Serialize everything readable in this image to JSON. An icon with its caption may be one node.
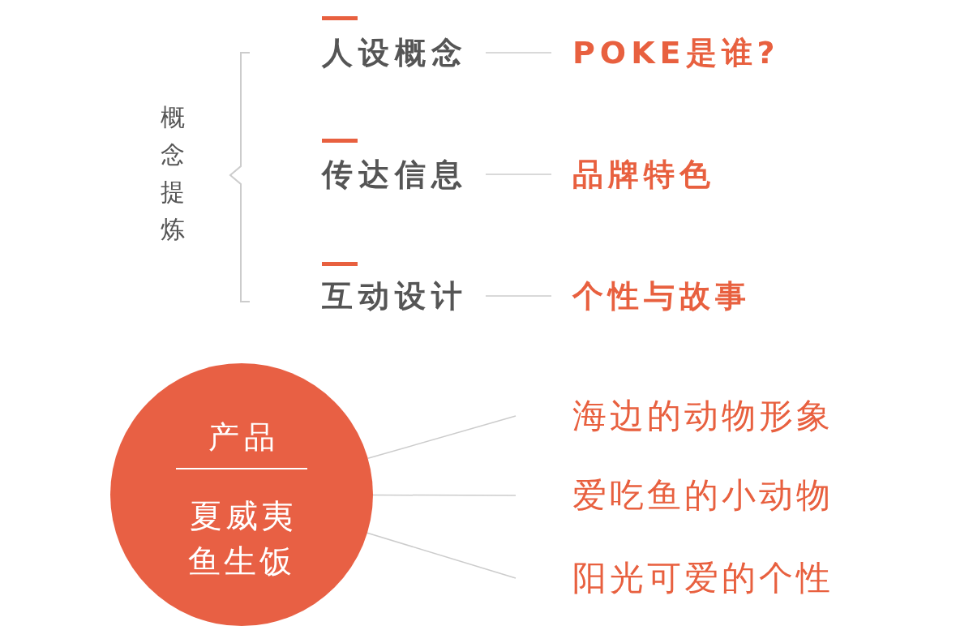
{
  "diagram": {
    "nodes": [
      {
        "text": [
          "概念提炼"
        ]
      },
      {
        "text": [
          "人设概念"
        ]
      },
      {
        "text": [
          "POKE是谁?"
        ]
      },
      {
        "text": [
          "传达信息"
        ]
      },
      {
        "text": [
          "品牌特色"
        ]
      },
      {
        "text": [
          "互动设计"
        ]
      },
      {
        "text": [
          "个性与故事"
        ]
      },
      {
        "text": [
          "产品",
          "夏威夷鱼生饭"
        ]
      },
      {
        "text": [
          "海边的动物形象"
        ]
      },
      {
        "text": [
          "爱吃鱼的小动物"
        ]
      },
      {
        "text": [
          "阳光可爱的个性"
        ]
      }
    ],
    "edges": [
      {
        "from": 1,
        "to": 2,
        "arrow": "none"
      },
      {
        "from": 3,
        "to": 4,
        "arrow": "none"
      },
      {
        "from": 5,
        "to": 6,
        "arrow": "none"
      },
      {
        "from": 7,
        "to": 8,
        "arrow": "none"
      },
      {
        "from": 7,
        "to": 9,
        "arrow": "none"
      },
      {
        "from": 7,
        "to": 10,
        "arrow": "none"
      }
    ]
  }
}
